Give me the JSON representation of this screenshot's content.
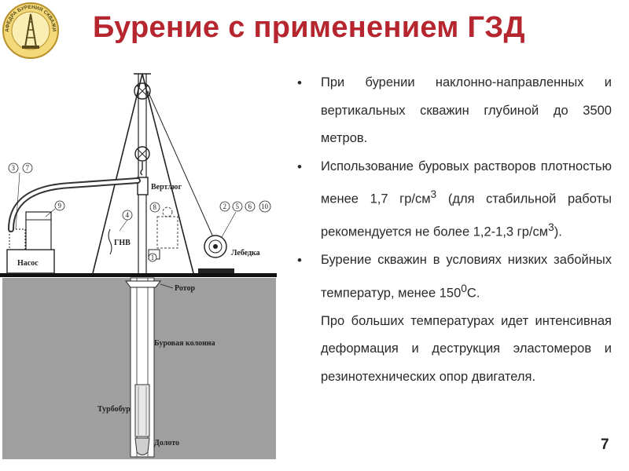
{
  "title": "Бурение с применением ГЗД",
  "logo": {
    "text": "КАФЕДРА БУРЕНИЯ СКВАЖИН",
    "icon": "drilling-rig-emblem"
  },
  "bullets": [
    {
      "text": "При бурении наклонно-направленных и вертикальных скважин глубиной до 3500 метров."
    },
    {
      "before": "Использование буровых растворов плотностью менее 1,7 гр/см",
      "sup1": "3",
      "middle": " (для стабильной работы рекомендуется не более 1,2-1,3 гр/см",
      "sup2": "3",
      "after": ")."
    },
    {
      "before": "Бурение скважин в условиях низких забойных температур, менее 150",
      "sup1": "0",
      "after": "С."
    }
  ],
  "continuation": "Про больших температурах идет интенсивная деформация и деструкция эластомеров и резинотехнических опор двигателя.",
  "page_number": "7",
  "diagram": {
    "labels": {
      "pump": "Насос",
      "swivel": "Вертлюг",
      "gnv": "ГНВ",
      "winch": "Лебедка",
      "rotor": "Ротор",
      "drill_string": "Буровая колонна",
      "turbodrill": "Турбобур",
      "bit": "Долото"
    },
    "callouts": [
      "3",
      "7",
      "9",
      "4",
      "8",
      "1",
      "2",
      "5",
      "6",
      "10"
    ]
  }
}
